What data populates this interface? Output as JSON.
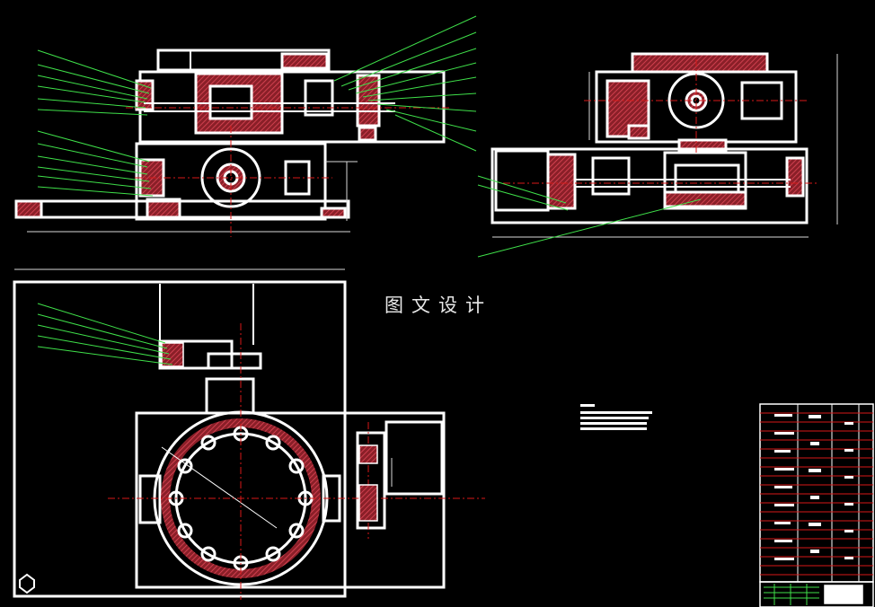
{
  "watermark": "图文设计",
  "colors": {
    "background": "#000000",
    "outline": "#ffffff",
    "section": "#b0303a",
    "centerline": "#d81818",
    "leader": "#3fe04a",
    "dimension": "#d8d8d8"
  },
  "views": [
    "front-section-view",
    "side-section-view",
    "top-view",
    "technical-notes-block",
    "parts-list-table",
    "title-block"
  ]
}
